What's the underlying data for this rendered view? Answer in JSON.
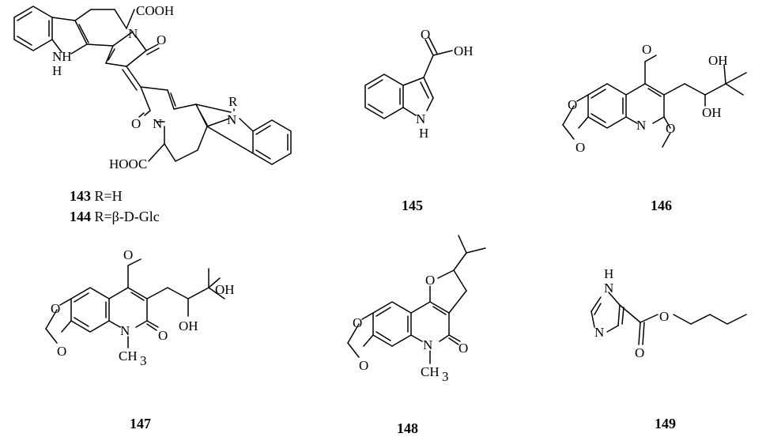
{
  "compounds": [
    {
      "id": "143",
      "substituent": "R=H"
    },
    {
      "id": "144",
      "substituent": "R=β-D-Glc"
    },
    {
      "id": "145"
    },
    {
      "id": "146"
    },
    {
      "id": "147"
    },
    {
      "id": "148"
    },
    {
      "id": "149"
    }
  ],
  "atom_labels": {
    "cooh": "COOH",
    "hooc": "HOOC",
    "o": "O",
    "n": "N",
    "h": "H",
    "nh": "NH",
    "oh": "OH",
    "r": "R",
    "ch3": "CH3",
    "ch": "CH",
    "sub3": "3",
    "me_o": "O"
  }
}
